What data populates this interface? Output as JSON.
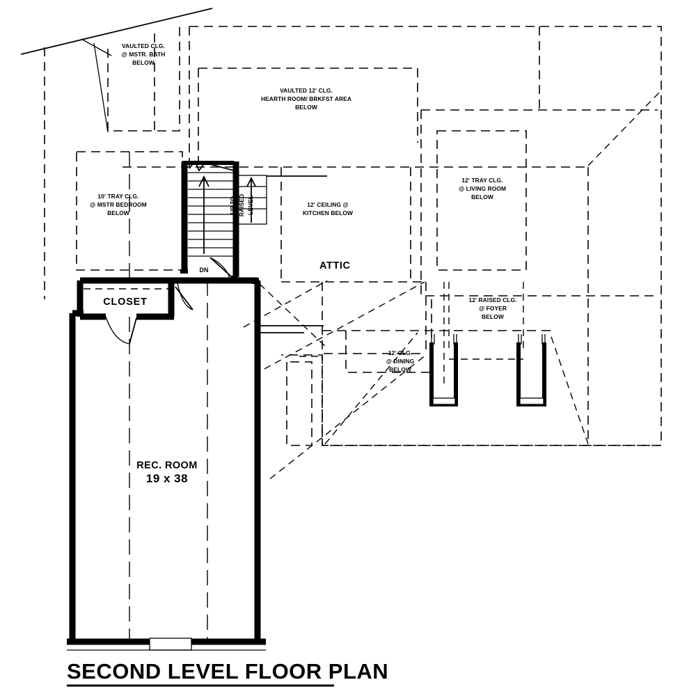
{
  "document": {
    "title": "SECOND LEVEL FLOOR PLAN",
    "drawing_type": "architectural-floor-plan",
    "level": "Second Level"
  },
  "annotations": {
    "mstr_bath": {
      "line1": "VAULTED CLG.",
      "line2": "@ MSTR. BATH",
      "line3": "BELOW"
    },
    "hearth_brkfst": {
      "line1": "VAULTED 12' CLG.",
      "line2": "HEARTH ROOM/ BRKFST AREA",
      "line3": "BELOW"
    },
    "mstr_bedroom": {
      "line1": "10' TRAY CLG.",
      "line2": "@ MSTR BEDROOM",
      "line3": "BELOW"
    },
    "kitchen": {
      "line1": "12' CEILING @",
      "line2": "KITCHEN BELOW"
    },
    "living_room": {
      "line1": "12' TRAY CLG.",
      "line2": "@ LIVING ROOM",
      "line3": "BELOW"
    },
    "foyer": {
      "line1": "12' RAISED CLG.",
      "line2": "@ FOYER",
      "line3": "BELOW"
    },
    "dining": {
      "line1": "12' CLG.",
      "line2": "@ DINING",
      "line3": "BELOW"
    }
  },
  "rooms": {
    "attic": {
      "label": "ATTIC"
    },
    "closet": {
      "label": "CLOSET"
    },
    "rec_room": {
      "label": "REC. ROOM",
      "dimensions": "19 x 38"
    }
  },
  "stair": {
    "down_label": "DN",
    "up_label_line1": "UP TO",
    "up_label_line2": "RAISED",
    "up_label_line3": "LEVEL"
  },
  "colors": {
    "line": "#000000",
    "background": "#ffffff"
  }
}
